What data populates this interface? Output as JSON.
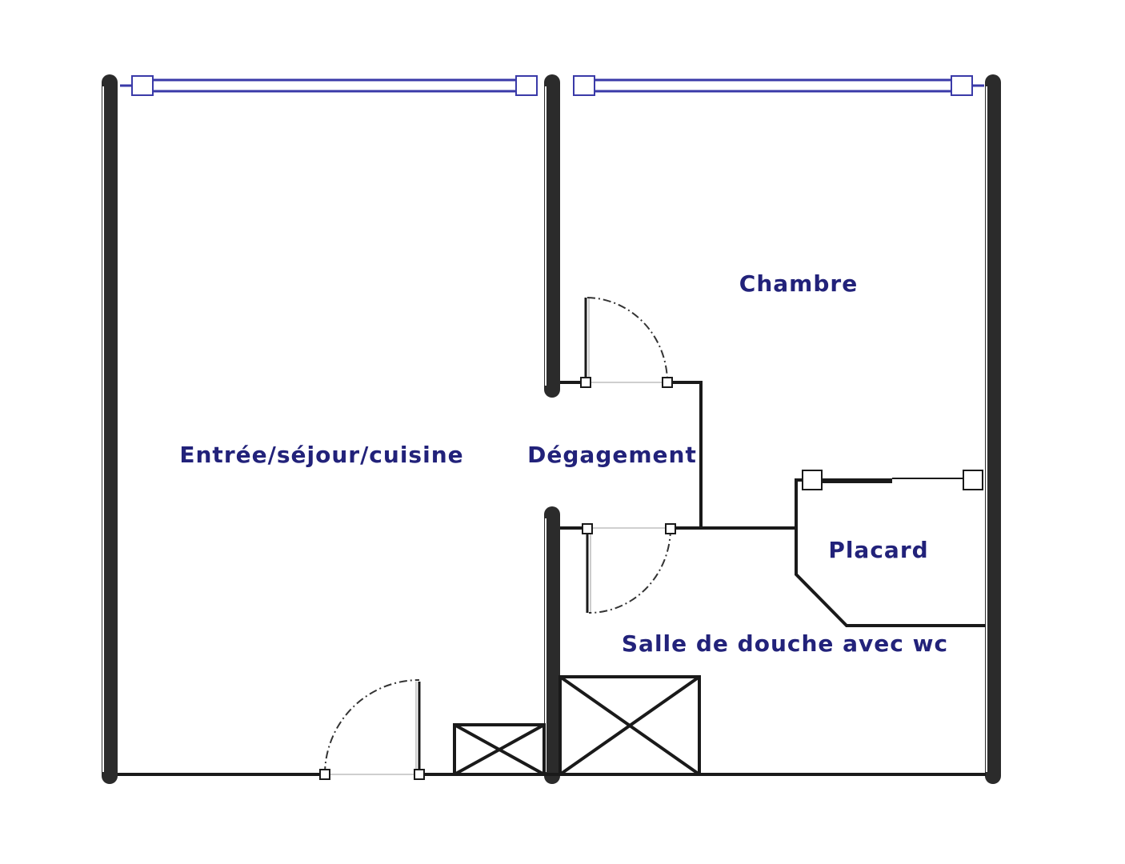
{
  "plan": {
    "rooms": {
      "living": "Entrée/séjour/cuisine",
      "hall": "Dégagement",
      "bedroom": "Chambre",
      "closet": "Placard",
      "bathroom": "Salle de douche avec wc"
    },
    "colors": {
      "wall": "#2b2b2b",
      "window": "#3a3aa8",
      "label": "#22227a",
      "door": "#333333"
    }
  }
}
